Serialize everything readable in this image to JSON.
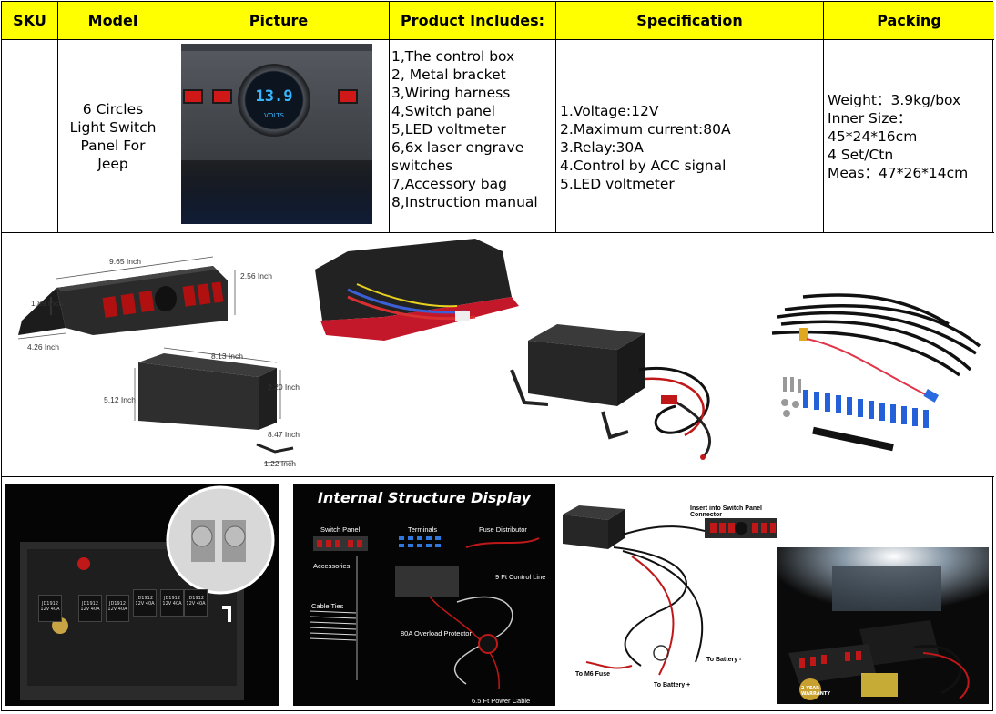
{
  "headers": {
    "sku": "SKU",
    "model": "Model",
    "picture": "Picture",
    "includes": "Product Includes:",
    "specification": "Specification",
    "packing": "Packing"
  },
  "row": {
    "model_lines": [
      "6 Circles",
      "Light Switch",
      "Panel For",
      "Jeep"
    ],
    "includes": [
      "1,The control box",
      "2, Metal bracket",
      "3,Wiring harness",
      "4,Switch panel",
      "5,LED voltmeter",
      "6,6x laser engrave",
      "switches",
      "7,Accessory bag",
      "8,Instruction manual"
    ],
    "specification": [
      "1.Voltage:12V",
      "2.Maximum current:80A",
      "3.Relay:30A",
      "4.Control by ACC signal",
      "5.LED voltmeter"
    ],
    "packing": [
      "Weight：3.9kg/box",
      "Inner Size：",
      "45*24*16cm",
      "4 Set/Ctn",
      "Meas：47*26*14cm"
    ],
    "voltmeter_reading": "13.9",
    "voltmeter_unit": "VOLTS"
  },
  "dimensions": {
    "panel_width": "9.65 Inch",
    "panel_height": "2.56 Inch",
    "panel_depth": "1.89 Inch",
    "panel_base": "4.26 Inch",
    "box_width": "8.13 Inch",
    "box_height": "5.12 Inch",
    "box_depth": "2.20 Inch",
    "box_flange": "8.47 Inch",
    "box_tab": "1.22 Inch"
  },
  "internal": {
    "title": "Internal Structure Display",
    "switch_panel": "Switch Panel",
    "terminals": "Terminals",
    "fuse_distributor": "Fuse Distributor",
    "accessories": "Accessories",
    "control_line": "9 Ft Control Line",
    "cable_ties": "Cable Ties",
    "overload": "80A Overload Protector",
    "power_cable": "6.5 Ft Power Cable"
  },
  "relay_labels": [
    "JD1912\n12V 40A",
    "JD1912\n12V 40A",
    "JD1912\n12V 40A",
    "JD1912\n12V 40A",
    "JD1912\n12V 40A",
    "JD1912\n12V 40A"
  ],
  "wiring": {
    "insert": "Insert into Switch Panel Connector",
    "battery_minus": "To Battery -",
    "fuse": "To M6 Fuse",
    "battery_plus": "To Battery +"
  },
  "warranty": "2 YEAR WARRANTY",
  "colors": {
    "header_bg": "#ffff00",
    "rocker_red": "#d01818",
    "meter_blue": "#38b8ff"
  }
}
